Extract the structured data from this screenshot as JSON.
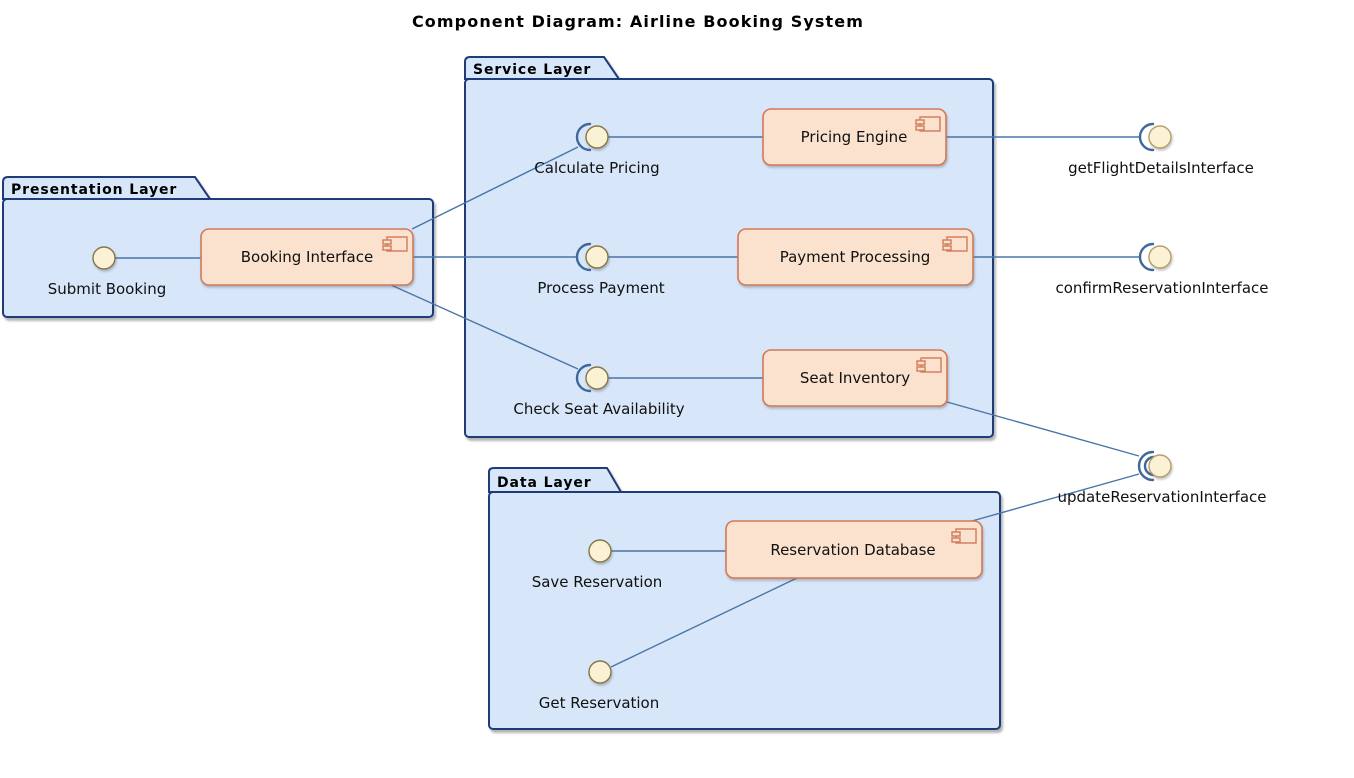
{
  "title": "Component Diagram: Airline Booking System",
  "packages": {
    "presentation": {
      "name": "Presentation Layer"
    },
    "service": {
      "name": "Service Layer"
    },
    "data": {
      "name": "Data Layer"
    }
  },
  "components": {
    "booking_interface": {
      "label": "Booking Interface"
    },
    "pricing_engine": {
      "label": "Pricing Engine"
    },
    "payment_processing": {
      "label": "Payment Processing"
    },
    "seat_inventory": {
      "label": "Seat Inventory"
    },
    "reservation_database": {
      "label": "Reservation Database"
    }
  },
  "ports": {
    "submit_booking": {
      "label": "Submit Booking"
    },
    "calculate_pricing": {
      "label": "Calculate Pricing"
    },
    "process_payment": {
      "label": "Process Payment"
    },
    "check_seat_availability": {
      "label": "Check Seat Availability"
    },
    "save_reservation": {
      "label": "Save Reservation"
    },
    "get_reservation": {
      "label": "Get Reservation"
    }
  },
  "interfaces": {
    "get_flight_details": {
      "label": "getFlightDetailsInterface"
    },
    "confirm_reservation": {
      "label": "confirmReservationInterface"
    },
    "update_reservation": {
      "label": "updateReservationInterface"
    }
  },
  "colors": {
    "package_fill": "#D7E6F9",
    "package_border": "#1F3C78",
    "component_fill": "#FAE2CE",
    "component_border": "#D3795A",
    "interface_fill": "#FBF2D5",
    "port_border": "#857747",
    "interface_border": "#B5A06B",
    "connector": "#4A75A8",
    "socket": "#3D6899"
  }
}
